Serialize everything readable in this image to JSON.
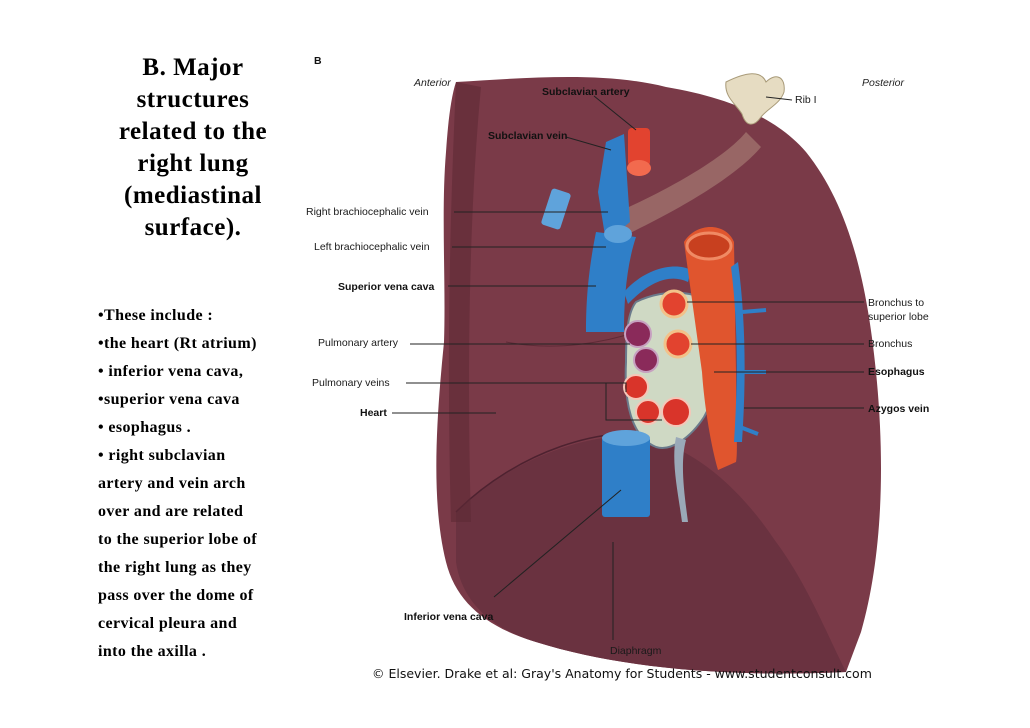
{
  "title_lines": [
    "B. Major",
    "structures",
    "related to the",
    "right lung",
    "(mediastinal",
    "surface)."
  ],
  "bullets": [
    "•These include :",
    "•the heart (Rt atrium)",
    "• inferior vena cava,",
    "•superior vena cava",
    "• esophagus .",
    "• right subclavian",
    "artery and vein arch",
    "over and are related",
    "to the superior lobe of",
    "the right lung as they",
    "pass over the dome of",
    "cervical pleura and",
    "into the axilla ."
  ],
  "figure": {
    "panel_letter": "B",
    "orientation": {
      "anterior": "Anterior",
      "posterior": "Posterior"
    },
    "labels": {
      "subclavian_artery": "Subclavian artery",
      "rib": "Rib I",
      "subclavian_vein": "Subclavian vein",
      "right_brachiocephalic_vein": "Right brachiocephalic vein",
      "left_brachiocephalic_vein": "Left brachiocephalic vein",
      "superior_vena_cava": "Superior vena cava",
      "bronchus_to_superior_lobe_1": "Bronchus to",
      "bronchus_to_superior_lobe_2": "superior lobe",
      "pulmonary_artery": "Pulmonary artery",
      "bronchus": "Bronchus",
      "esophagus": "Esophagus",
      "pulmonary_veins": "Pulmonary veins",
      "heart": "Heart",
      "azygos_vein": "Azygos vein",
      "inferior_vena_cava": "Inferior vena cava",
      "diaphragm": "Diaphragm"
    },
    "credit": "© Elsevier. Drake et al: Gray's Anatomy for Students - www.studentconsult.com"
  },
  "colors": {
    "lung": "#7a3a48",
    "lung_dark": "#5e2a36",
    "vein": "#2f7fc8",
    "artery": "#e2432f",
    "esophagus": "#e0552e",
    "rib": "#e6dcc2"
  }
}
